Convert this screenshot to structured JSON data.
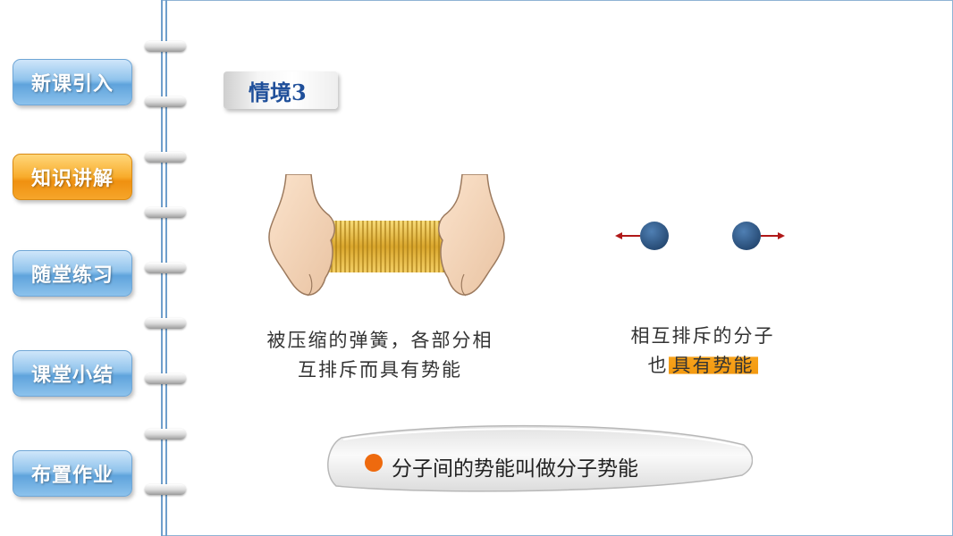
{
  "nav": {
    "items": [
      {
        "label": "新课引入",
        "active": false
      },
      {
        "label": "知识讲解",
        "active": true
      },
      {
        "label": "随堂练习",
        "active": false
      },
      {
        "label": "课堂小结",
        "active": false
      },
      {
        "label": "布置作业",
        "active": false
      }
    ]
  },
  "scene_tag": "情境3",
  "spring_caption": {
    "line1": "被压缩的弹簧，各部分相",
    "line2": "互排斥而具有势能"
  },
  "molecule_caption": {
    "line1": "相互排斥的分子",
    "line2_prefix": "也",
    "line2_highlight": "具有势能"
  },
  "conclusion": "分子间的势能叫做分子势能",
  "colors": {
    "accent_blue": "#5fa3dc",
    "accent_orange": "#f39a10",
    "title_blue": "#1f4f9a",
    "molecule": "#2e5c8f",
    "arrow": "#b01818",
    "spring_gold": "#e0b53a"
  }
}
